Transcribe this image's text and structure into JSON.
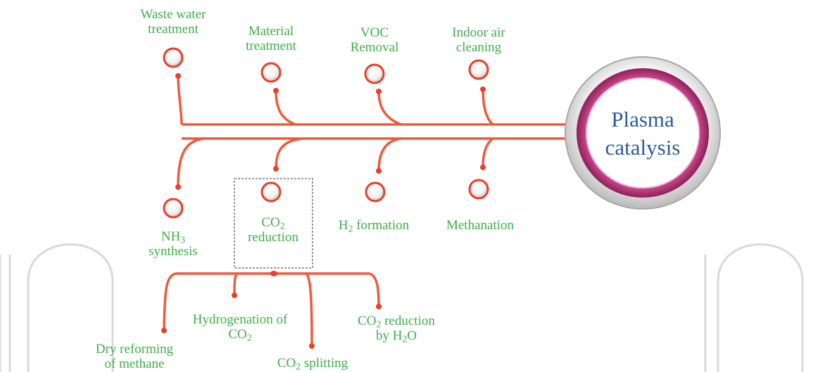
{
  "colors": {
    "line": "#f05a3c",
    "label": "#3fae49",
    "hub_text": "#2f5a9e",
    "hub_ring": "#c8377e",
    "watermark": "#d9d9d9"
  },
  "hub": {
    "line1": "Plasma",
    "line2": "catalysis"
  },
  "top_branches": {
    "waste_water": {
      "line1": "Waste water",
      "line2": "treatment"
    },
    "material": {
      "line1": "Material",
      "line2": "treatment"
    },
    "voc": {
      "line1": "VOC",
      "line2": "Removal"
    },
    "indoor_air": {
      "line1": "Indoor air",
      "line2": "cleaning"
    }
  },
  "bottom_branches": {
    "nh3": {
      "pre": "NH",
      "sub": "3",
      "line2": "synthesis"
    },
    "co2_reduction": {
      "pre": "CO",
      "sub": "2",
      "line2": "reduction"
    },
    "h2_formation": {
      "pre": "H",
      "sub": "2",
      "post": " formation"
    },
    "methanation": {
      "text": "Methanation"
    }
  },
  "co2_sub_branches": {
    "dry_reforming": {
      "line1": "Dry reforming",
      "line2": "of methane"
    },
    "hydrogenation": {
      "line1": "Hydrogenation of",
      "line2_pre": "CO",
      "line2_sub": "2"
    },
    "splitting": {
      "pre": "CO",
      "sub": "2",
      "post": " splitting"
    },
    "by_h2o": {
      "pre": "CO",
      "sub": "2",
      "post": " reduction",
      "line2_pre": "by H",
      "line2_sub": "2",
      "line2_post": "O"
    }
  }
}
